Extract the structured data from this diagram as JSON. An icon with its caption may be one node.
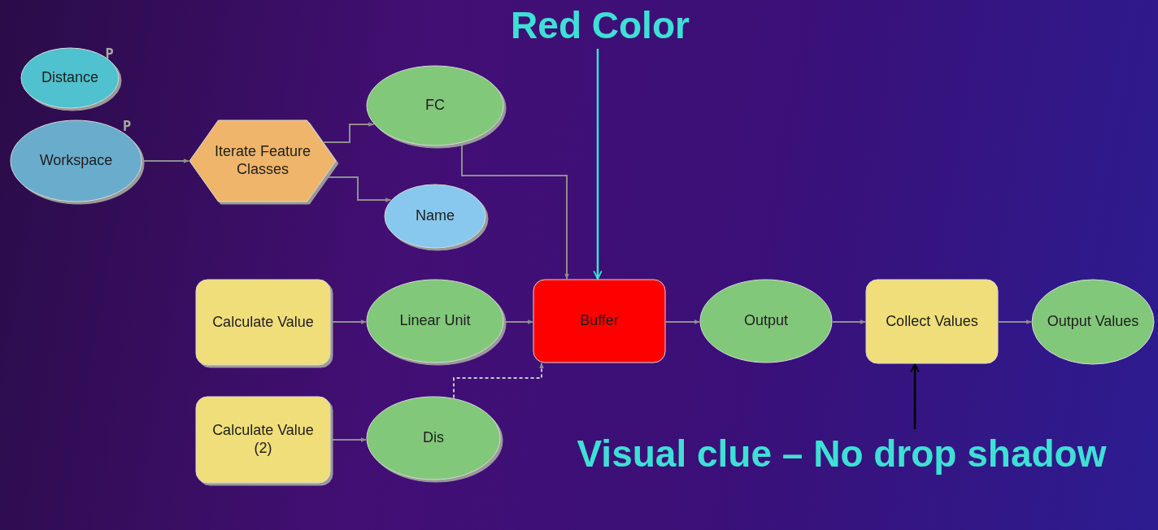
{
  "diagram": {
    "nodes": [
      {
        "text": [
          "Distance"
        ],
        "beside": [
          "P"
        ]
      },
      {
        "text": [
          "Workspace"
        ],
        "beside": [
          "P"
        ]
      },
      {
        "text": [
          "Iterate Feature Classes"
        ]
      },
      {
        "text": [
          "FC"
        ]
      },
      {
        "text": [
          "Name"
        ]
      },
      {
        "text": [
          "Calculate Value"
        ]
      },
      {
        "text": [
          "Linear Unit"
        ]
      },
      {
        "text": [
          "Buffer"
        ]
      },
      {
        "text": [
          "Output"
        ]
      },
      {
        "text": [
          "Collect Values"
        ]
      },
      {
        "text": [
          "Output Values"
        ]
      },
      {
        "text": [
          "Calculate Value (2)"
        ]
      },
      {
        "text": [
          "Dis"
        ]
      },
      {
        "text": [
          "Red Color"
        ]
      },
      {
        "text": [
          "Visual clue – No drop shadow"
        ]
      }
    ],
    "edges": [
      {
        "from": 1,
        "to": 2,
        "arrow": "to"
      },
      {
        "from": 2,
        "to": 3,
        "arrow": "to"
      },
      {
        "from": 2,
        "to": 4,
        "arrow": "to"
      },
      {
        "from": 3,
        "to": 7,
        "arrow": "to"
      },
      {
        "from": 5,
        "to": 6,
        "arrow": "to"
      },
      {
        "from": 6,
        "to": 7,
        "arrow": "to"
      },
      {
        "from": 12,
        "to": 7,
        "arrow": "to",
        "style": "dashed"
      },
      {
        "from": 11,
        "to": 12,
        "arrow": "to"
      },
      {
        "from": 7,
        "to": 8,
        "arrow": "to"
      },
      {
        "from": 8,
        "to": 9,
        "arrow": "to"
      },
      {
        "from": 9,
        "to": 10,
        "arrow": "to"
      },
      {
        "from": 13,
        "to": 7,
        "arrow": "to",
        "color": "#3ee0d6"
      },
      {
        "from": 14,
        "to": 9,
        "arrow": "to",
        "color": "#000000"
      }
    ]
  }
}
